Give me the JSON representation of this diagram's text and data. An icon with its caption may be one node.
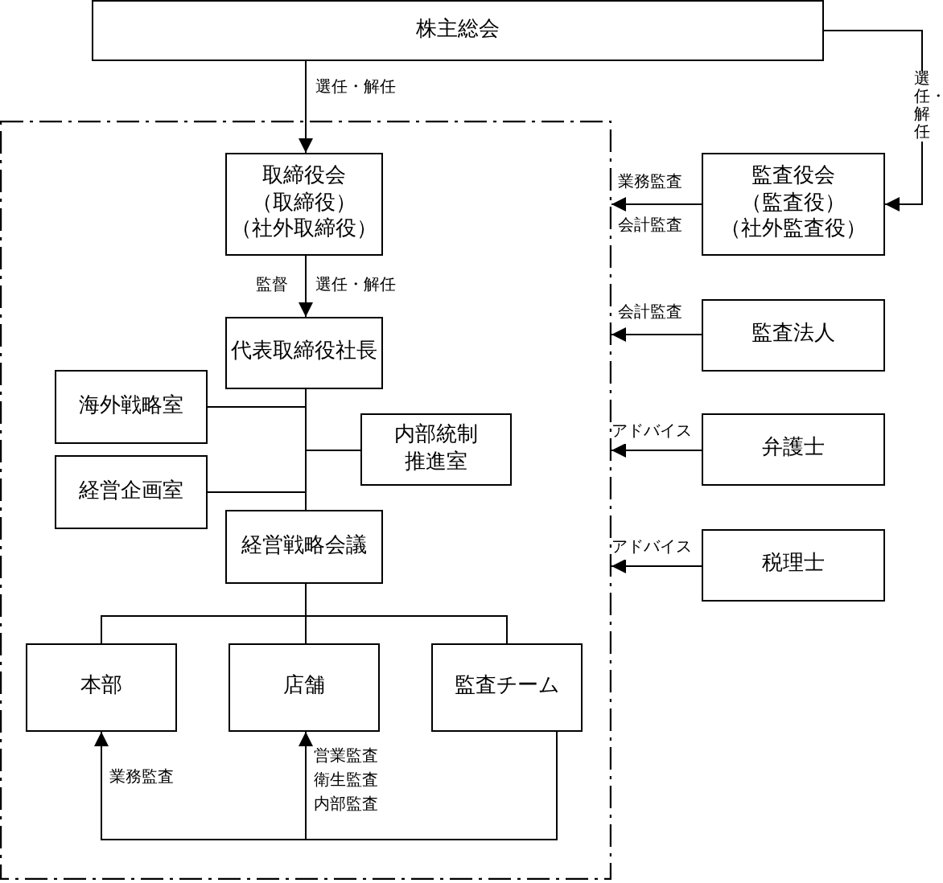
{
  "diagram": {
    "nodes": [
      {
        "text": [
          "株主総会"
        ]
      },
      {
        "text": [],
        "shape": "box"
      },
      {
        "text": [
          "取締役会",
          "（取締役）",
          "（社外取締役）"
        ],
        "in": 1
      },
      {
        "text": [
          "代表取締役社長"
        ],
        "in": 1
      },
      {
        "text": [
          "海外戦略室"
        ],
        "in": 1
      },
      {
        "text": [
          "内部統制推進室"
        ],
        "in": 1
      },
      {
        "text": [
          "経営企画室"
        ],
        "in": 1
      },
      {
        "text": [
          "経営戦略会議"
        ],
        "in": 1
      },
      {
        "text": [
          "本部"
        ],
        "in": 1
      },
      {
        "text": [
          "店舗"
        ],
        "in": 1
      },
      {
        "text": [
          "監査チーム"
        ],
        "in": 1
      },
      {
        "text": [
          "監査役会",
          "（監査役）",
          "（社外監査役）"
        ]
      },
      {
        "text": [
          "監査法人"
        ]
      },
      {
        "text": [
          "弁護士"
        ]
      },
      {
        "text": [
          "税理士"
        ]
      }
    ],
    "edges": [
      {
        "from": 0,
        "to": 2,
        "arrow": "to",
        "label": "選任・解任"
      },
      {
        "from": 0,
        "to": 11,
        "arrow": "to",
        "label": "選任・解任"
      },
      {
        "from": 2,
        "to": 3,
        "arrow": "to",
        "label": "選任・解任"
      },
      {
        "from": 11,
        "to": 1,
        "arrow": "to",
        "label": "業務監査"
      },
      {
        "from": 12,
        "to": 1,
        "arrow": "to",
        "label": "会計監査"
      },
      {
        "from": 13,
        "to": 1,
        "arrow": "to",
        "label": "アドバイス"
      },
      {
        "from": 14,
        "to": 1,
        "arrow": "to",
        "label": "アドバイス"
      },
      {
        "from": 3,
        "to": 7,
        "arrow": "none"
      },
      {
        "from": 3,
        "to": 4,
        "arrow": "none"
      },
      {
        "from": 3,
        "to": 5,
        "arrow": "none"
      },
      {
        "from": 3,
        "to": 6,
        "arrow": "none"
      },
      {
        "from": 7,
        "to": 8,
        "arrow": "none"
      },
      {
        "from": 7,
        "to": 9,
        "arrow": "none"
      },
      {
        "from": 7,
        "to": 10,
        "arrow": "none"
      },
      {
        "from": 10,
        "to": 8,
        "arrow": "to",
        "label": "業務監査"
      },
      {
        "from": 10,
        "to": 9,
        "arrow": "to",
        "label": "営業監査衛生監査内部監査"
      }
    ],
    "labels": [
      "監督",
      "会計監査"
    ]
  }
}
